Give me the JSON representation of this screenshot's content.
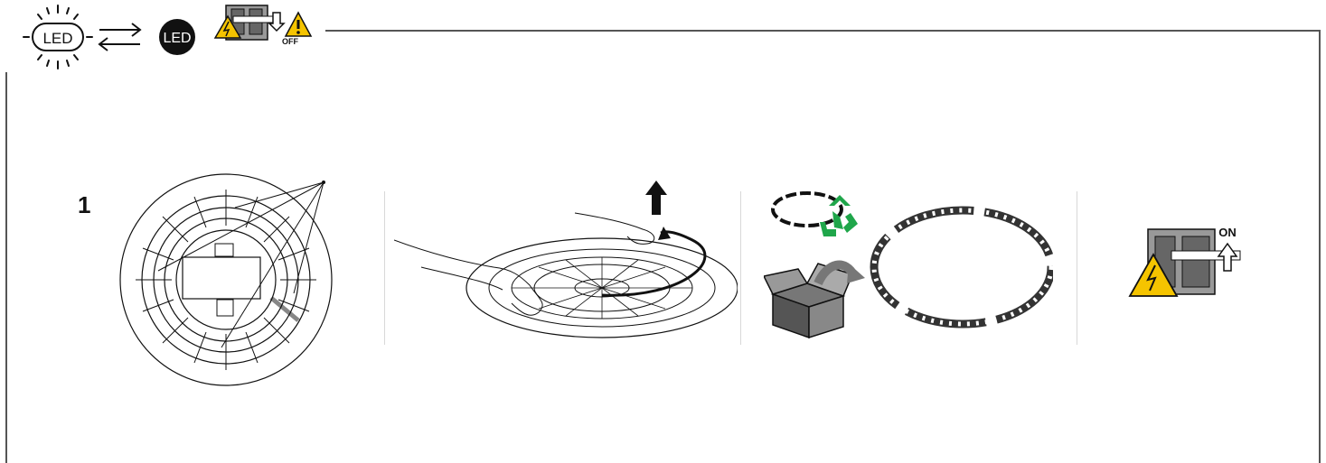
{
  "header": {
    "led_label_light": "LED",
    "led_label_dark": "LED",
    "switch_label_off": "OFF"
  },
  "step": {
    "number": "1"
  },
  "panel4": {
    "switch_label_on": "ON"
  },
  "colors": {
    "warning": "#f5c400",
    "recycle": "#1fa64a",
    "frame": "#555555"
  }
}
